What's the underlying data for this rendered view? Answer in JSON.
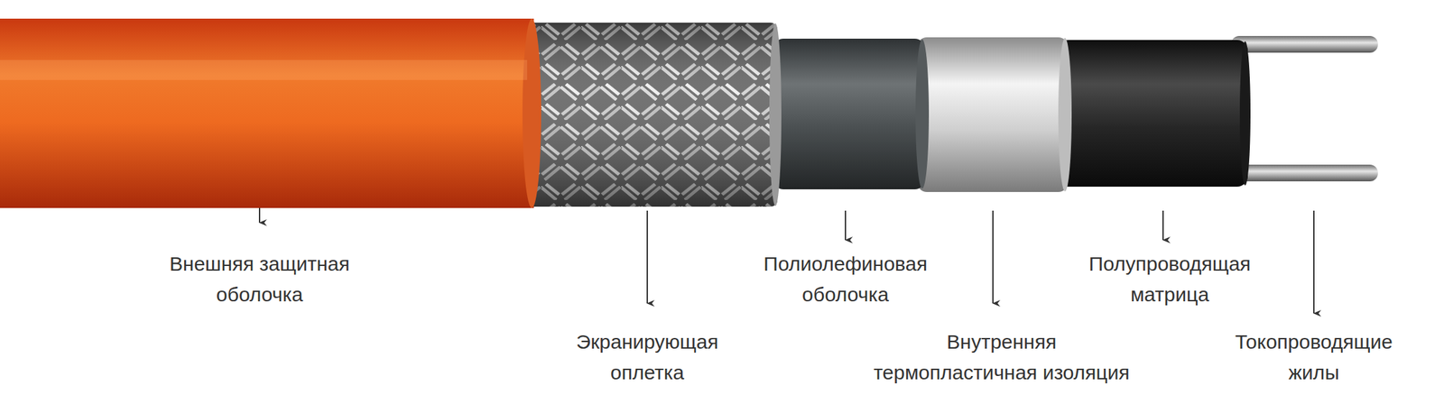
{
  "diagram": {
    "labels": [
      "Внешняя защитная оболочка",
      "Экранирующая оплетка",
      "Полиолефиновая оболочка",
      "Внутренняя термопластичная изоляция",
      "Полупроводящая матрица",
      "Токопроводящие жилы"
    ]
  }
}
